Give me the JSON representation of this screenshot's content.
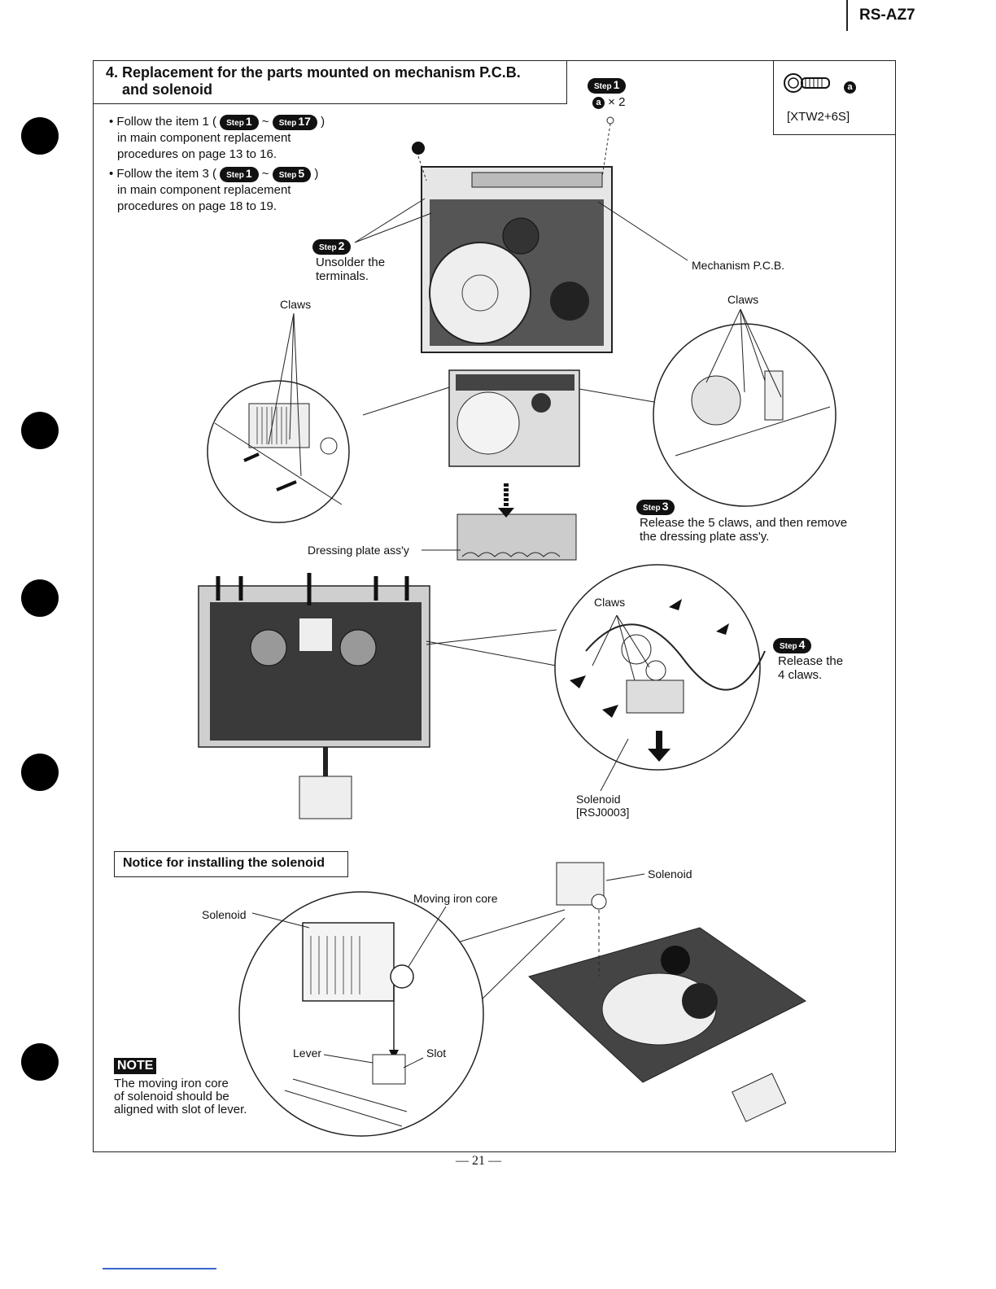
{
  "header": {
    "model": "RS-AZ7"
  },
  "section": {
    "title_line1": "4. Replacement for the parts mounted on mechanism P.C.B.",
    "title_line2": "and solenoid"
  },
  "screw": {
    "label": "[XTW2+6S]",
    "ref": "a"
  },
  "step1": {
    "badge": "Step",
    "num": "1",
    "qty": "× 2",
    "ref": "a"
  },
  "instructions": [
    {
      "bullet": "• Follow the item 1 (",
      "from": "1",
      "tilde": "~",
      "to": "17",
      "close": ")",
      "line2": "in main component replacement",
      "line3": "procedures on page 13 to 16."
    },
    {
      "bullet": "• Follow the item 3 (",
      "from": "1",
      "tilde": "~",
      "to": "5",
      "close": ")",
      "line2": "in main component replacement",
      "line3": "procedures on page 18 to 19."
    }
  ],
  "step2": {
    "num": "2",
    "line1": "Unsolder the",
    "line2": "terminals."
  },
  "labels": {
    "mechanism_pcb": "Mechanism P.C.B.",
    "claws_left": "Claws",
    "claws_right": "Claws",
    "claws_mid": "Claws",
    "dressing_plate": "Dressing plate ass'y",
    "solenoid_part": "Solenoid",
    "solenoid_code": "[RSJ0003]",
    "solenoid_top": "Solenoid",
    "solenoid_left": "Solenoid",
    "moving_core": "Moving iron core",
    "lever": "Lever",
    "slot": "Slot"
  },
  "step3": {
    "num": "3",
    "line1": "Release the 5 claws, and then remove",
    "line2": "the dressing plate ass'y."
  },
  "step4": {
    "num": "4",
    "line1": "Release the",
    "line2": "4 claws."
  },
  "notice": {
    "title": "Notice for installing the solenoid"
  },
  "note": {
    "tag": "NOTE",
    "line1": "The moving iron core",
    "line2": "of solenoid should be",
    "line3": "aligned with slot of lever."
  },
  "footer": {
    "page": "— 21 —"
  }
}
